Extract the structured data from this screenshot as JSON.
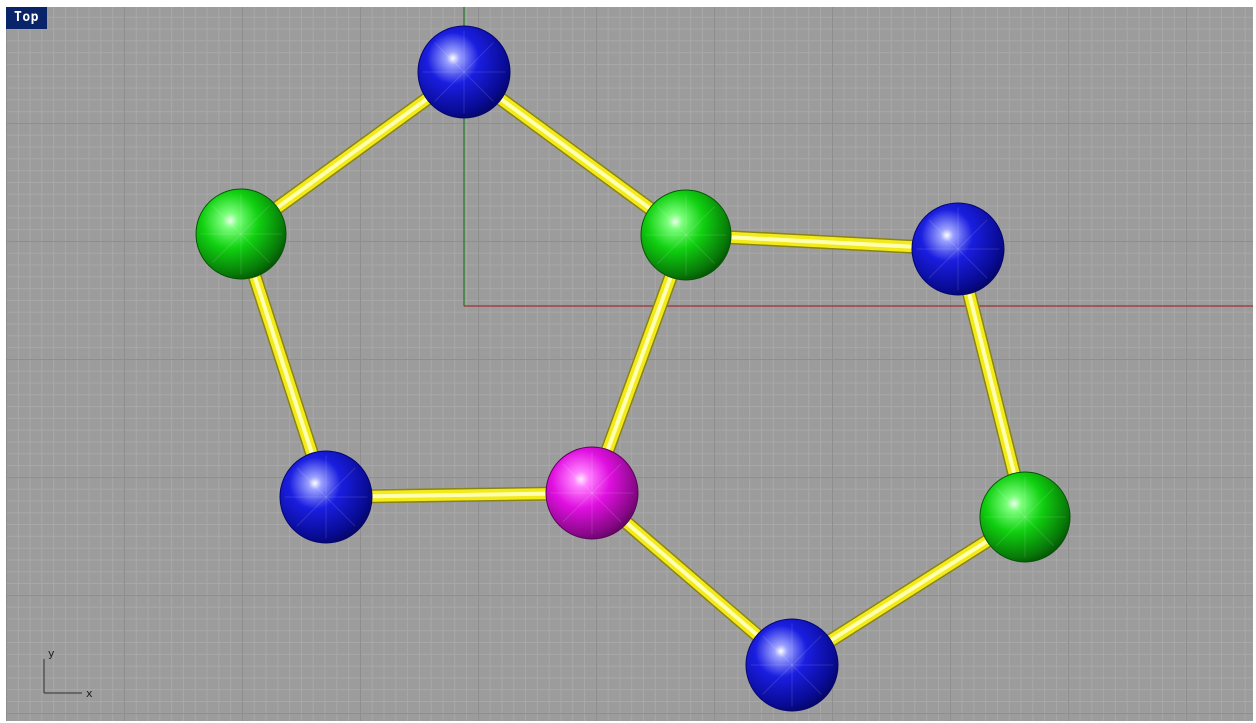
{
  "viewport": {
    "name": "Top",
    "axis_labels": {
      "y": "y",
      "x": "x"
    },
    "colors": {
      "background": "#9c9c9c",
      "x_axis": "#a03030",
      "y_axis": "#207a20",
      "bond": "#f2ea1a"
    }
  },
  "molecule": {
    "atoms": [
      {
        "id": "a1",
        "color": "blue"
      },
      {
        "id": "a2",
        "color": "green"
      },
      {
        "id": "a3",
        "color": "green"
      },
      {
        "id": "a4",
        "color": "blue"
      },
      {
        "id": "a5",
        "color": "blue"
      },
      {
        "id": "a6",
        "color": "magenta"
      },
      {
        "id": "a7",
        "color": "green"
      },
      {
        "id": "a8",
        "color": "blue"
      }
    ],
    "bonds": [
      [
        "a1",
        "a2"
      ],
      [
        "a1",
        "a3"
      ],
      [
        "a2",
        "a5"
      ],
      [
        "a3",
        "a4"
      ],
      [
        "a3",
        "a6"
      ],
      [
        "a5",
        "a6"
      ],
      [
        "a4",
        "a7"
      ],
      [
        "a6",
        "a8"
      ],
      [
        "a7",
        "a8"
      ]
    ]
  }
}
